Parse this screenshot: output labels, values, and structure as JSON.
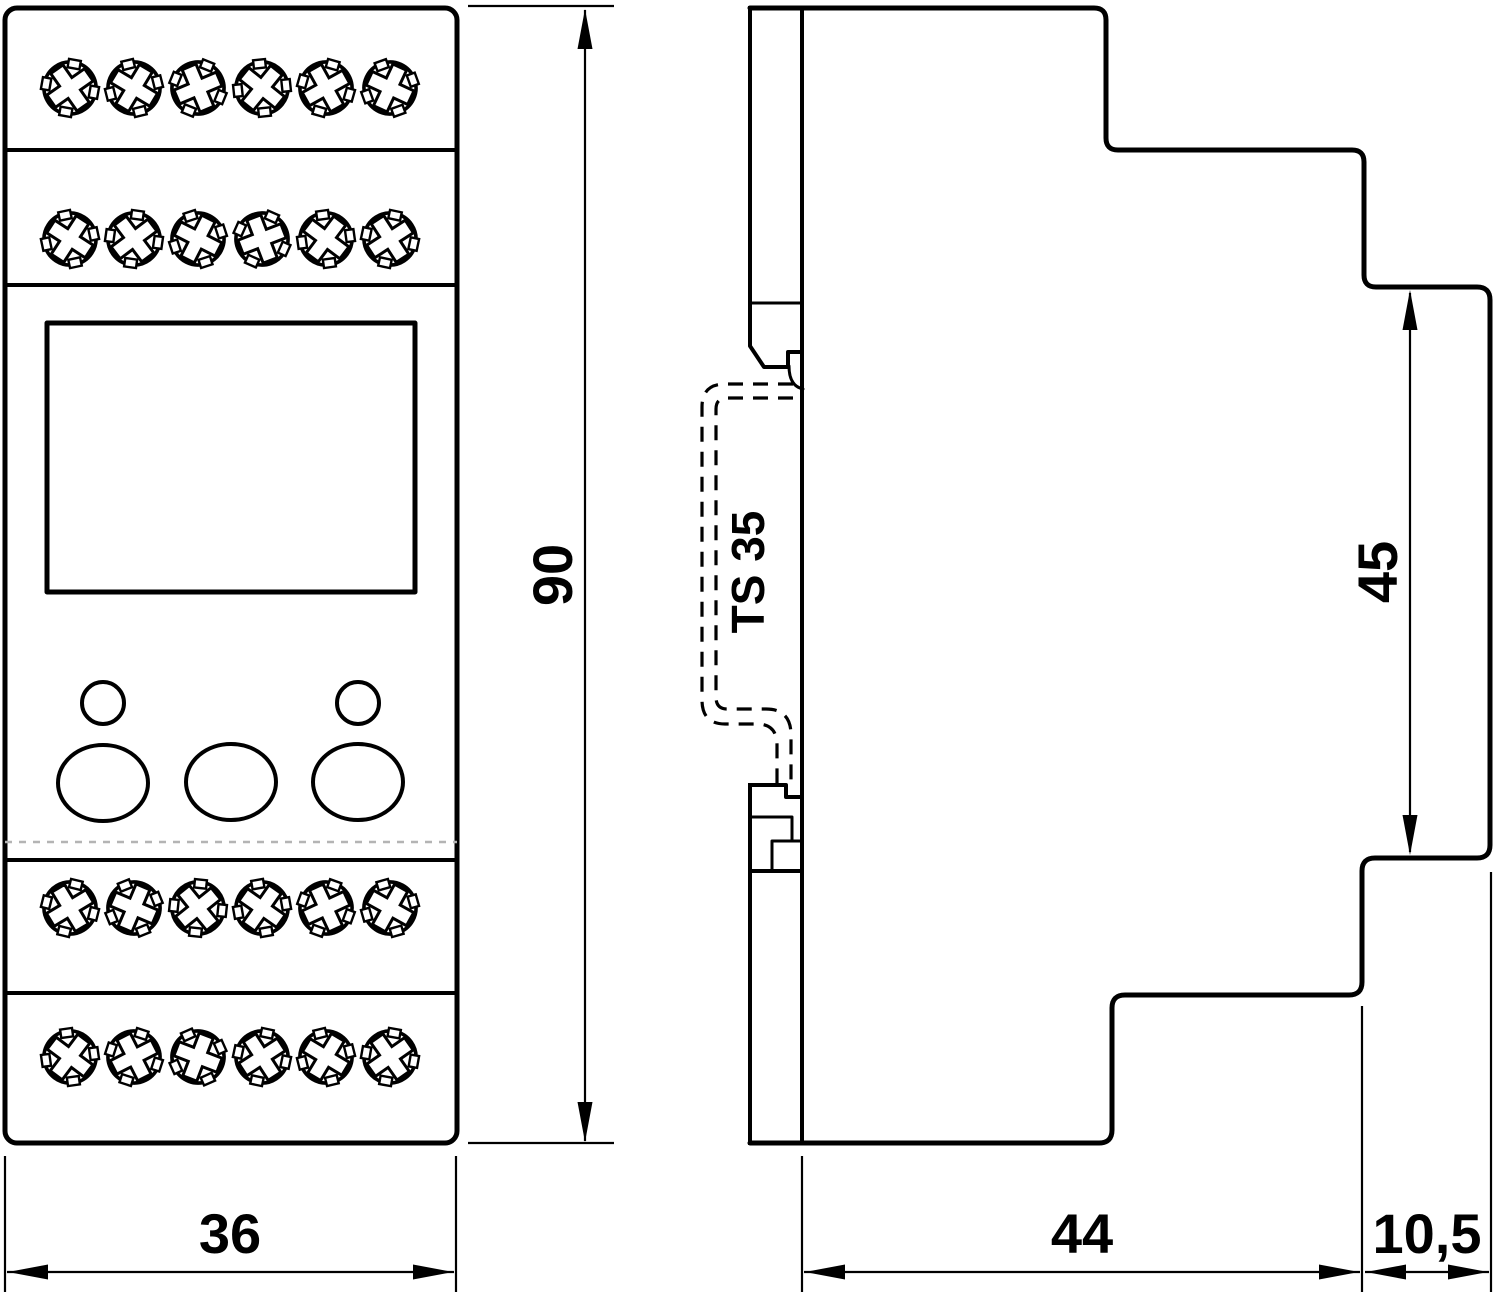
{
  "dimensions": {
    "width": "36",
    "height": "90",
    "front_section_height": "45",
    "depth_body": "44",
    "depth_front": "10,5"
  },
  "labels": {
    "din_rail": "TS 35"
  },
  "views": {
    "front": {
      "screw_rows": 4,
      "screws_per_row": 6,
      "leds": 2,
      "buttons": 3,
      "display_windows": 1
    },
    "side": {
      "rail_standard_shown": "TS 35"
    }
  },
  "colors": {
    "line": "#000000",
    "background": "#ffffff",
    "split_line": "#b4b4b4"
  }
}
